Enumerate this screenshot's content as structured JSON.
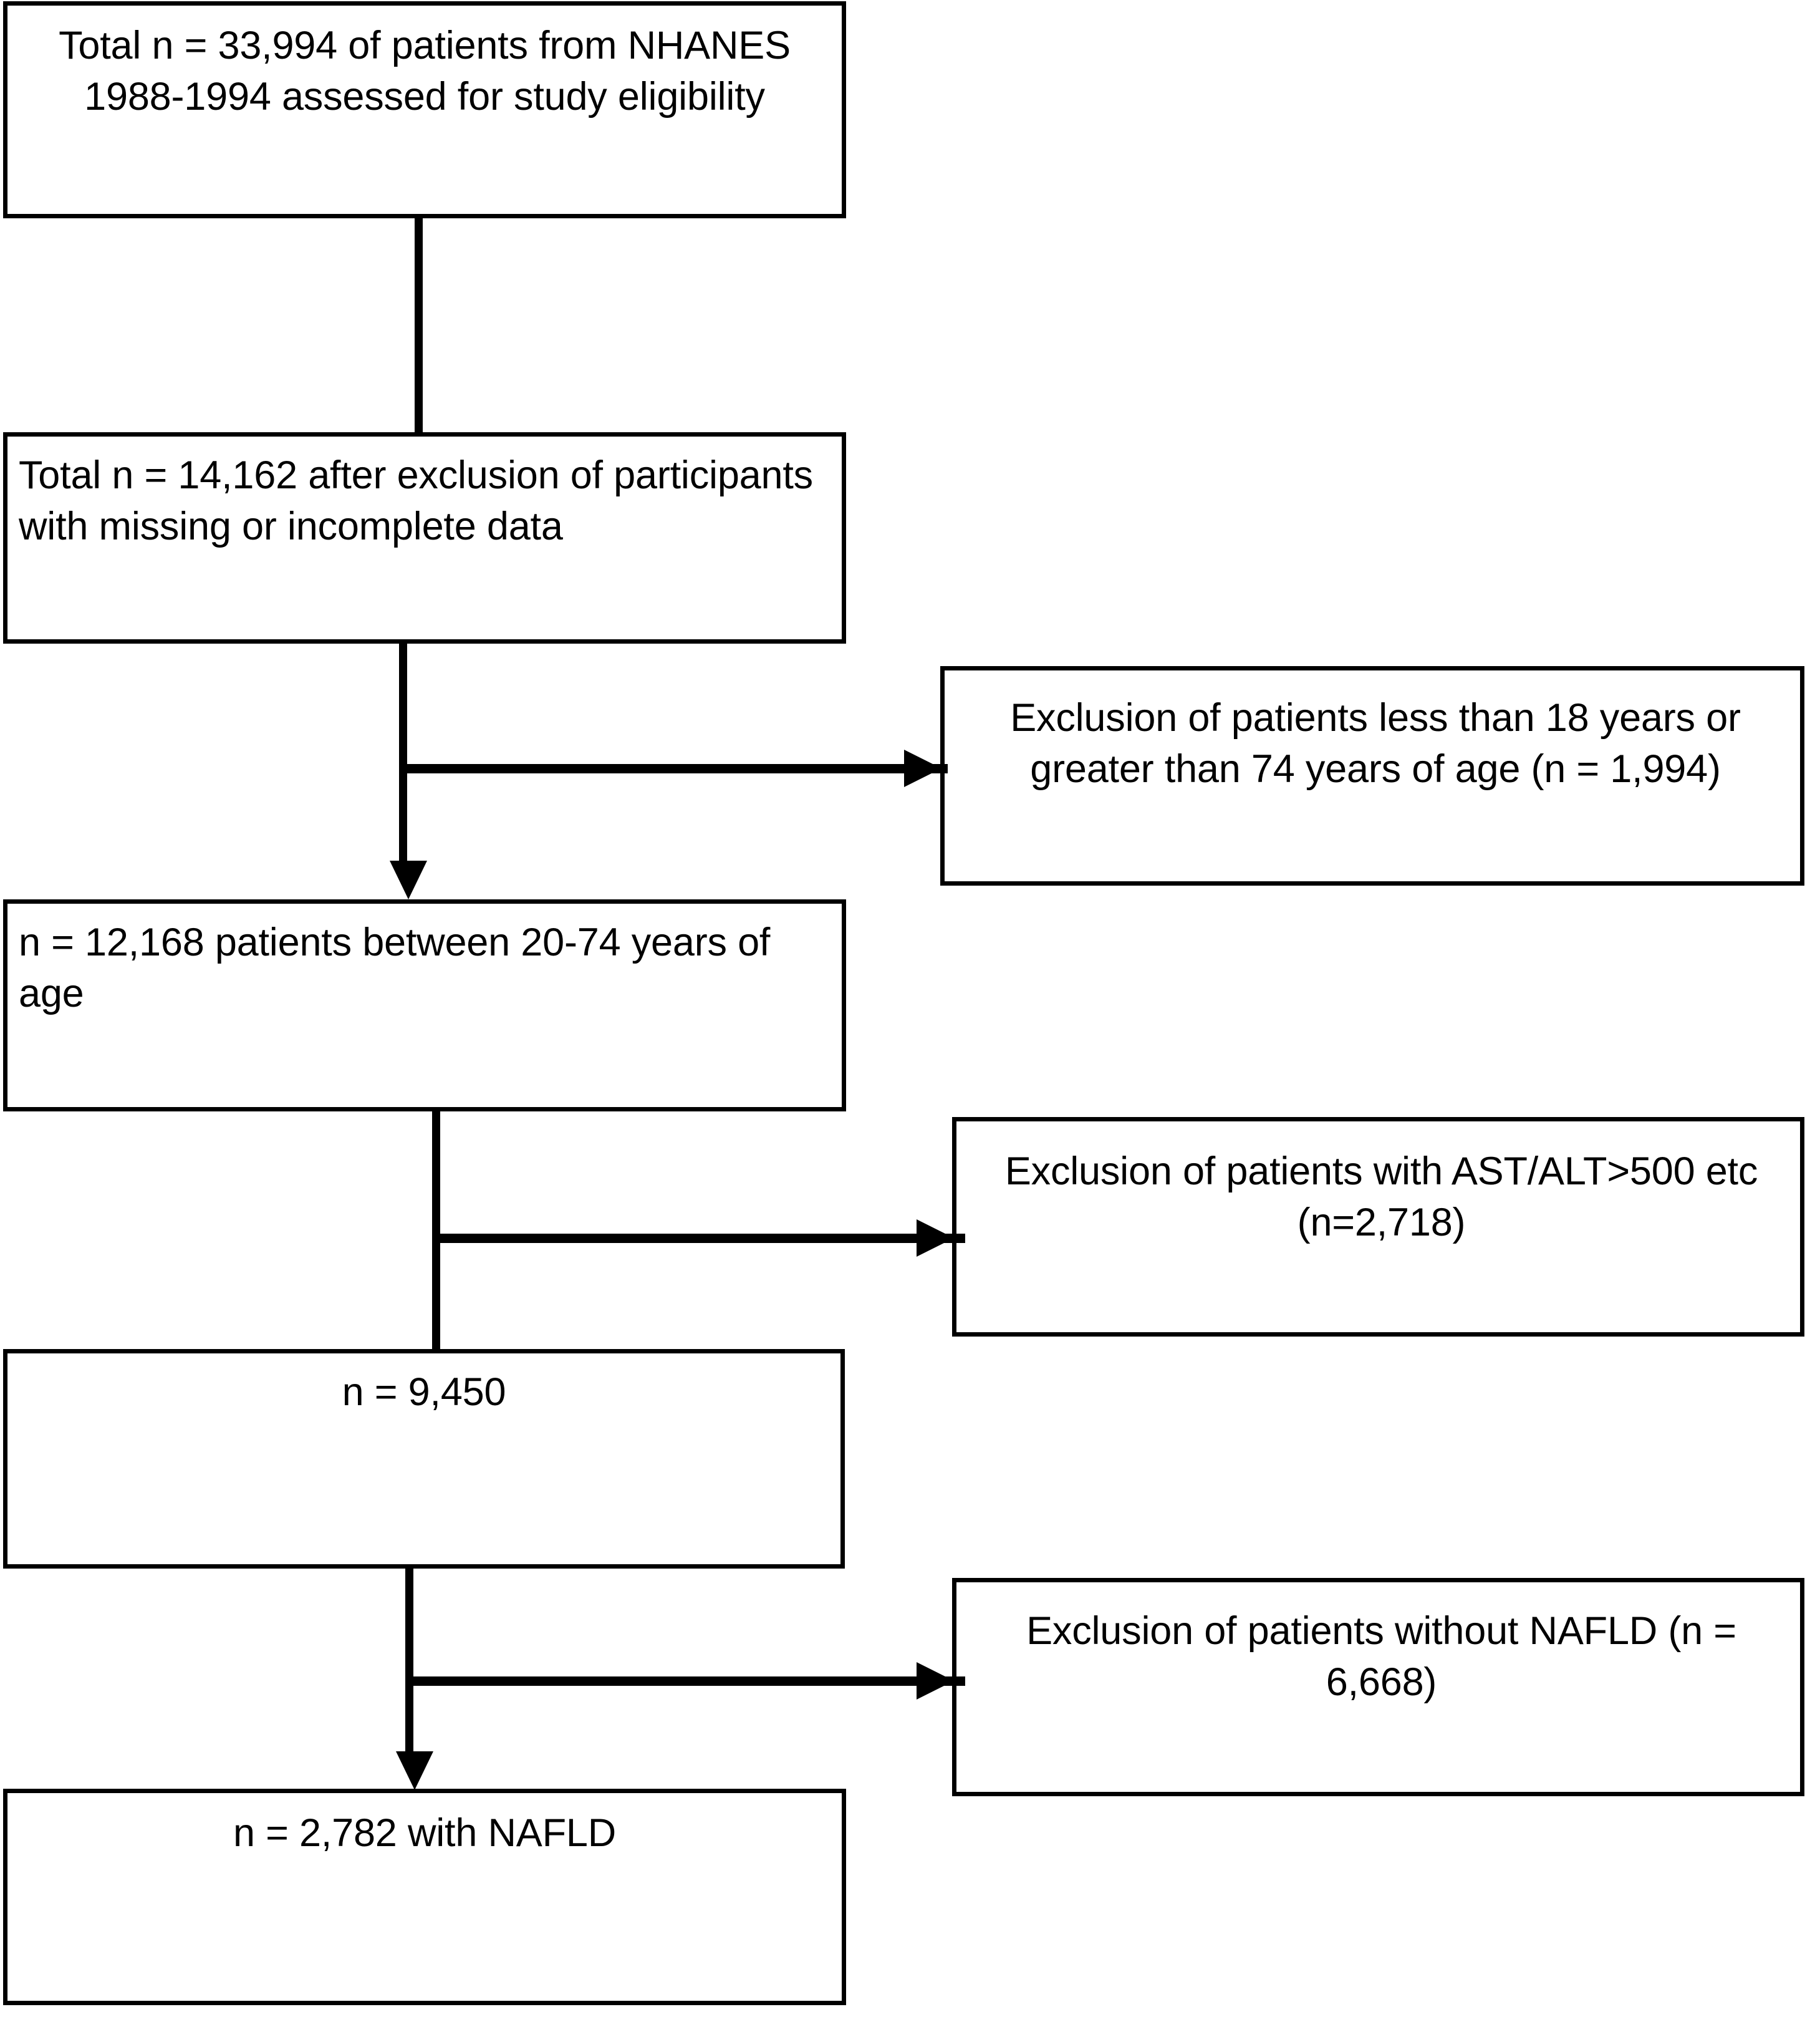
{
  "diagram": {
    "type": "study-participant-flow-chart",
    "nodes": [
      {
        "id": "total-screened",
        "text": "Total n = 33,994 of patients from NHANES 1988-1994 assessed for study eligibility"
      },
      {
        "id": "after-exclusion",
        "text": "Total n = 14,162 after exclusion of participants with missing or incomplete data"
      },
      {
        "id": "age-range",
        "text": "n = 12,168 patients between 20-74 years of age"
      },
      {
        "id": "n9450",
        "text": "n = 9,450"
      },
      {
        "id": "n2782",
        "text": "n = 2,782 with NAFLD"
      },
      {
        "id": "excl-age",
        "text": "Exclusion of patients less than 18 years or greater than 74 years of age (n = 1,994)"
      },
      {
        "id": "excl-ast",
        "text": "Exclusion of patients with AST/ALT>500 etc (n=2,718)"
      },
      {
        "id": "excl-nafld",
        "text": "Exclusion of patients without NAFLD (n = 6,668)"
      }
    ],
    "colors": {
      "border": "#000000",
      "background": "#ffffff",
      "text": "#000000"
    }
  }
}
